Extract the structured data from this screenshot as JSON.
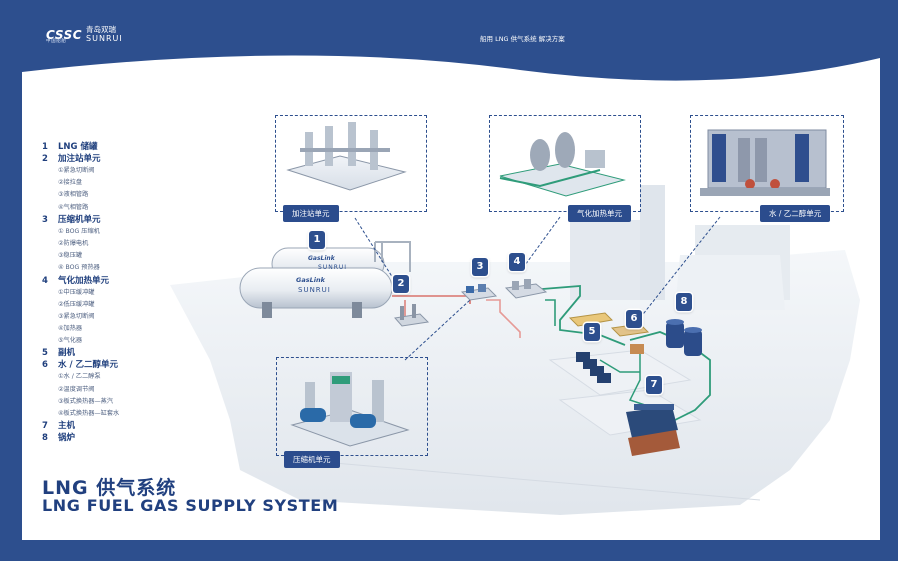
{
  "header": {
    "logo_mark": "CSSC",
    "logo_cn": "青岛双瑞",
    "logo_en": "SUNRUI",
    "logo_sub": "中国船舶",
    "title": "船用 LNG 供气系统 解决方案"
  },
  "legend": [
    {
      "num": "1",
      "label": "LNG 储罐",
      "subs": []
    },
    {
      "num": "2",
      "label": "加注站单元",
      "subs": [
        "①紧急切断阀",
        "②接拉盘",
        "③液相管路",
        "④气相管路"
      ]
    },
    {
      "num": "3",
      "label": "压缩机单元",
      "subs": [
        "① BOG 压缩机",
        "②防爆电机",
        "③稳压罐",
        "④ BOG 预热器"
      ]
    },
    {
      "num": "4",
      "label": "气化加热单元",
      "subs": [
        "①中压缓冲罐",
        "②低压缓冲罐",
        "③紧急切断阀",
        "④加热器",
        "⑤气化器"
      ]
    },
    {
      "num": "5",
      "label": "副机",
      "subs": []
    },
    {
      "num": "6",
      "label": "水 / 乙二醇单元",
      "subs": [
        "①水 / 乙二醇泵",
        "②温度调节阀",
        "③板式换热器—蒸汽",
        "④板式换热器—缸套水"
      ]
    },
    {
      "num": "7",
      "label": "主机",
      "subs": []
    },
    {
      "num": "8",
      "label": "锅炉",
      "subs": []
    }
  ],
  "callouts": {
    "bunker": "加注站单元",
    "vaporizer": "气化加热单元",
    "glycol": "水 / 乙二醇单元",
    "compressor": "压缩机单元"
  },
  "tank_labels": {
    "brand": "GasLink",
    "maker": "SUNRUI"
  },
  "badges": [
    "1",
    "2",
    "3",
    "4",
    "5",
    "6",
    "7",
    "8"
  ],
  "title_cn": "LNG 供气系统",
  "title_en": "LNG FUEL GAS SUPPLY SYSTEM",
  "colors": {
    "frame": "#2d4f8e",
    "pipe_green": "#2f9c7a",
    "pipe_red": "#d9736d",
    "hull": "#e6ebf1"
  }
}
